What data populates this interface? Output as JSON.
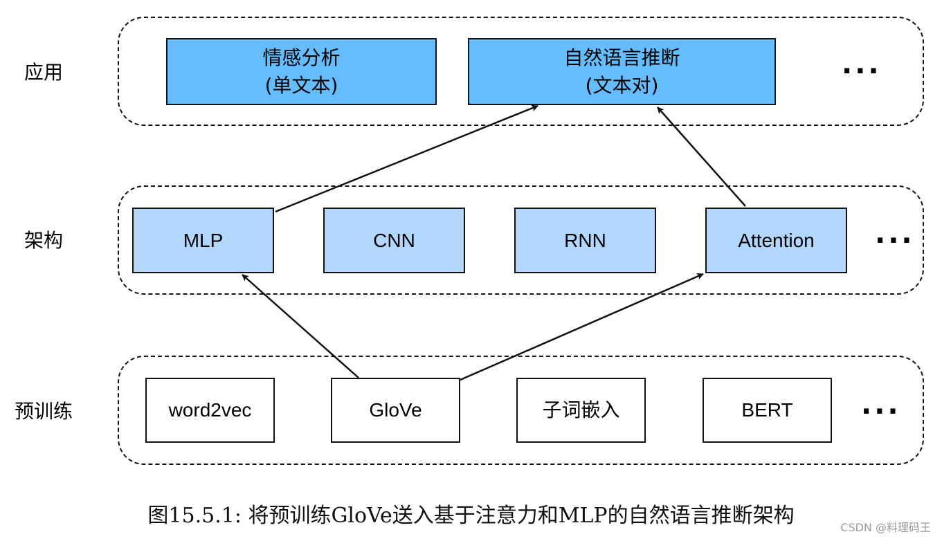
{
  "rows": {
    "app_label": "应用",
    "arch_label": "架构",
    "pre_label": "预训练"
  },
  "app": {
    "sentiment_line1": "情感分析",
    "sentiment_line2": "(单文本)",
    "nli_line1": "自然语言推断",
    "nli_line2": "(文本对)",
    "ellipsis": "···"
  },
  "arch": {
    "mlp": "MLP",
    "cnn": "CNN",
    "rnn": "RNN",
    "attention": "Attention",
    "ellipsis": "···"
  },
  "pre": {
    "word2vec": "word2vec",
    "glove": "GloVe",
    "subword": "子词嵌入",
    "bert": "BERT",
    "ellipsis": "···"
  },
  "caption": "图15.5.1: 将预训练GloVe送入基于注意力和MLP的自然语言推断架构",
  "watermark": "CSDN @料理码王",
  "colors": {
    "app_fill": "#66bdfd",
    "arch_fill": "#b1d7fd",
    "pre_fill": "#ffffff"
  }
}
